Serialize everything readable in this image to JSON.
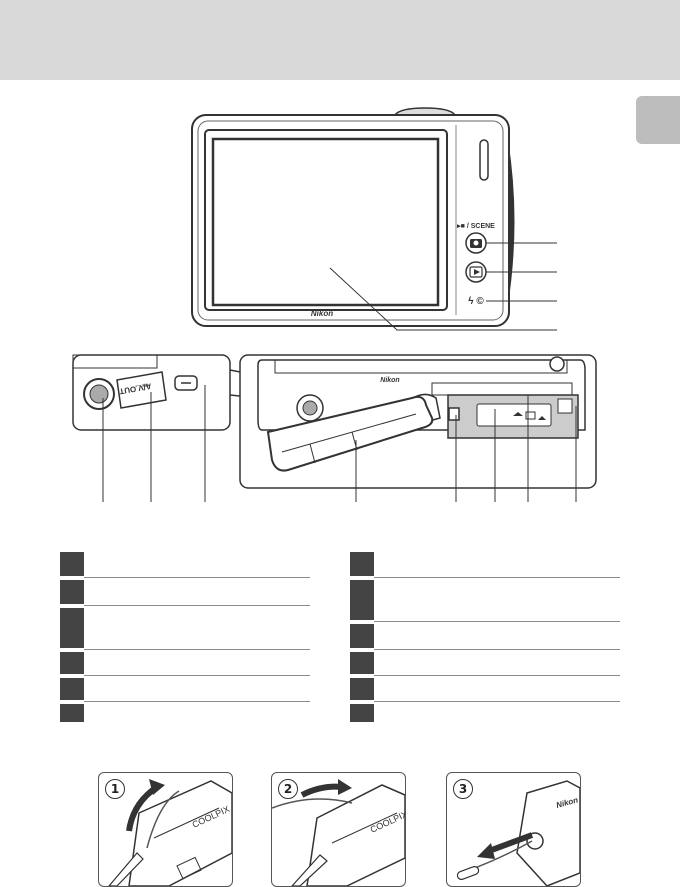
{
  "camera_back": {
    "brand_mark": "Nikon",
    "mode_label": "▸■ / SCENE",
    "flash_label": "ϟ ©"
  },
  "detail_view": {
    "brand_mark": "Nikon",
    "port_label": "A/V OUT",
    "usb_symbol": "⬽→"
  },
  "strap_steps": [
    {
      "number": "1",
      "brand": "COOLPIX"
    },
    {
      "number": "2",
      "brand": "COOLPIX"
    },
    {
      "number": "3",
      "brand": "Nikon"
    }
  ],
  "colors": {
    "header": "#d9d9d9",
    "tab": "#bdbdbd",
    "box": "#444444"
  }
}
